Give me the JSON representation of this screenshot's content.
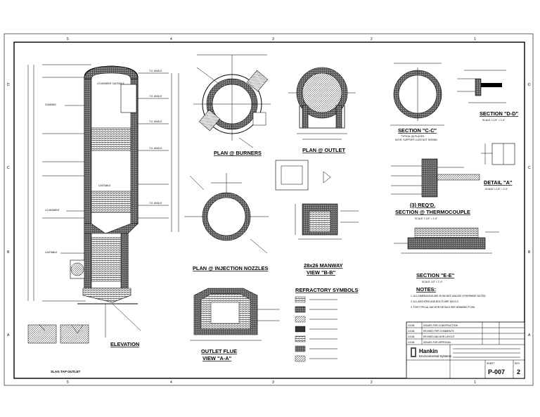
{
  "border": {
    "zones_top": [
      "5",
      "4",
      "3",
      "2",
      "1"
    ],
    "zones_bottom": [
      "5",
      "4",
      "3",
      "2",
      "1"
    ],
    "zones_side": [
      "D",
      "C",
      "B",
      "A"
    ]
  },
  "views": {
    "elevation": "ELEVATION",
    "plan_burners": "PLAN @ BURNERS",
    "plan_outlet": "PLAN @ OUTLET",
    "plan_injection": "PLAN @ INJECTION NOZZLES",
    "manway_line1": "28x26 MANWAY",
    "manway_line2": "VIEW \"B-B\"",
    "outlet_flue_line1": "OUTLET FLUE",
    "outlet_flue_line2": "VIEW \"A-A\"",
    "section_cc": "SECTION \"C-C\"",
    "section_cc_note1": "TYPICAL (6) PLACES",
    "section_cc_note2": "NOTE: SUPPORT LUGS NOT SHOWN",
    "section_dd": "SECTION \"D-D\"",
    "section_dd_scale": "SCALE: 1 1/2\" = 1'-0\"",
    "detail_a": "DETAIL \"A\"",
    "detail_a_scale": "SCALE: 1 1/2\" = 1'-0\"",
    "thermocouple_line1": "(3) REQ'D.",
    "thermocouple_line2": "SECTION @ THERMOCOUPLE",
    "thermocouple_scale": "SCALE: 1 1/2\" = 1'-0\"",
    "section_ee": "SECTION \"E-E\"",
    "section_ee_scale": "SCALE: 1/2\" = 1'-0\"",
    "refractory_symbols": "REFRACTORY SYMBOLS",
    "slag_tap": "SLAG TAP OUTLET",
    "notes": "NOTES:"
  },
  "elevation_labels": {
    "tee_angle": "T.O. ANGLE",
    "lo_moment": "LO-MOMENT CASTABLE",
    "gunning": "GUNNING",
    "castable": "CASTABLE",
    "lo_moment_2": "LO-MOMENT"
  },
  "notes": [
    "1. ALL DIMENSIONS ARE IN INCHES UNLESS OTHERWISE NOTED.",
    "2. ALL ANCHORS AND BOLTS ARE 304 S.S.",
    "3. FOR TYPICAL ANCHOR DETAILS SEE DRAWING P-006."
  ],
  "title_block": {
    "company_line1": "Hankin",
    "company_line2": "Environmental Systems",
    "drawing_no": "P-007",
    "rev": "2",
    "sheet_label": "SHEET",
    "rev_label": "REV"
  },
  "revisions": [
    {
      "rev": "1/1/06",
      "desc": "ISSUED FOR CONSTRUCTION"
    },
    {
      "rev": "1/1/06",
      "desc": "REVISED PER COMMENTS"
    },
    {
      "rev": "1/1/06",
      "desc": "REVISED ANCHOR LAYOUT"
    },
    {
      "rev": "1/1/06",
      "desc": "ISSUED FOR APPROVAL"
    }
  ],
  "colors": {
    "ink": "#000000",
    "paper": "#ffffff"
  }
}
